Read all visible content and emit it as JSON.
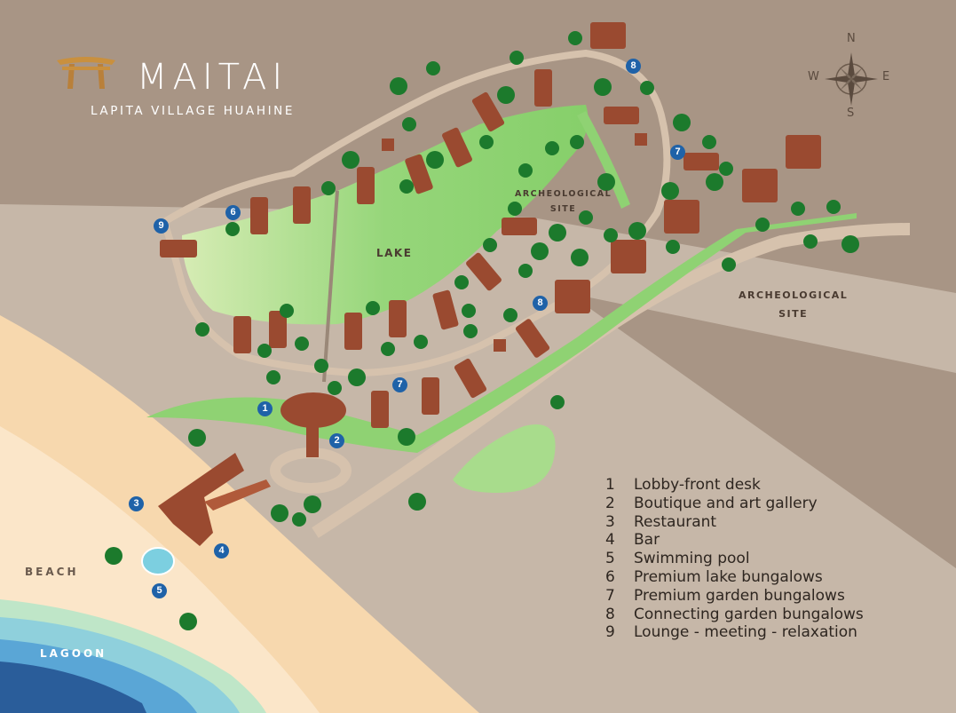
{
  "brand": {
    "name": "MAITAI",
    "subtitle": "LAPITA VILLAGE HUAHINE",
    "logo_icon": "gate-logo-icon",
    "logo_color": "#c9903e"
  },
  "labels": {
    "lake": "LAKE",
    "archeological_site_1": "ARCHEOLOGICAL\nSITE",
    "archeological_site_2": "ARCHEOLOGICAL\nSITE",
    "beach": "BEACH",
    "lagoon": "LAGOON"
  },
  "compass": {
    "icon": "compass-rose-icon",
    "n": "N",
    "s": "S",
    "e": "E",
    "w": "W"
  },
  "markers": [
    "1",
    "2",
    "3",
    "4",
    "5",
    "6",
    "7",
    "7",
    "8",
    "8",
    "9"
  ],
  "legend": [
    {
      "num": "1",
      "label": "Lobby-front desk"
    },
    {
      "num": "2",
      "label": "Boutique and art gallery"
    },
    {
      "num": "3",
      "label": "Restaurant"
    },
    {
      "num": "4",
      "label": "Bar"
    },
    {
      "num": "5",
      "label": "Swimming pool"
    },
    {
      "num": "6",
      "label": "Premium lake bungalows"
    },
    {
      "num": "7",
      "label": "Premium garden bungalows"
    },
    {
      "num": "8",
      "label": "Connecting garden bungalows"
    },
    {
      "num": "9",
      "label": "Lounge - meeting - relaxation"
    }
  ],
  "colors": {
    "ground": "#a89585",
    "plain": "#c5b6a7",
    "sand": "#f7d9b0",
    "lake": "#8fd273",
    "path": "#d6c2ad",
    "roof": "#9a4a30",
    "palm": "#1c7a2c",
    "marker": "#1f62a8",
    "lagoon_light": "#8fd0dc",
    "lagoon_deep": "#2a5d9a"
  }
}
